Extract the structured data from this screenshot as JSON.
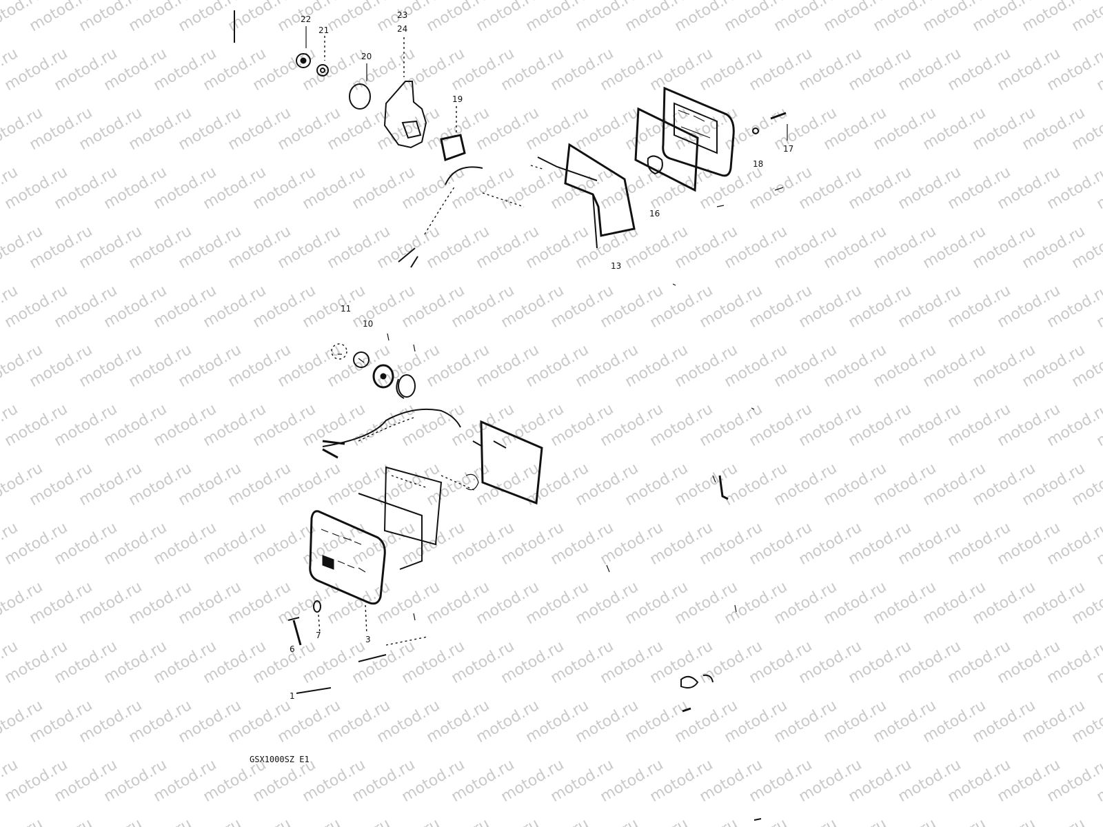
{
  "watermark": "motod.ru",
  "caption": "GSX1000SZ E1",
  "callouts": [
    "22",
    "21",
    "23",
    "24",
    "20",
    "19",
    "17",
    "18",
    "16",
    "13",
    "11",
    "10",
    "6",
    "7",
    "3",
    "1"
  ],
  "colors": {
    "ink": "#111111",
    "watermark": "#c9c9c9",
    "paper": "#ffffff"
  }
}
